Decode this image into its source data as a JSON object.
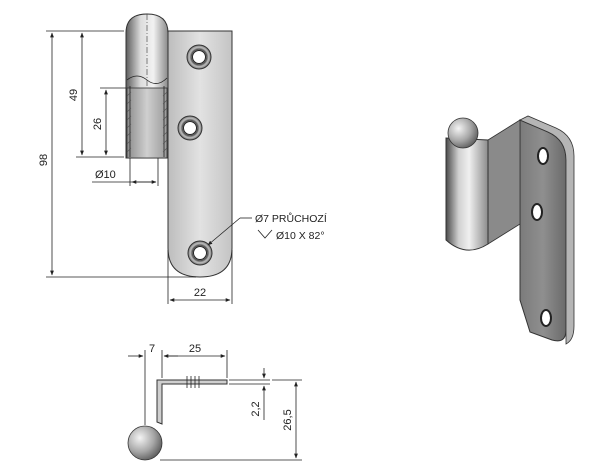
{
  "dimensions": {
    "overall_height": "98",
    "knuckle_height": "49",
    "bore_depth": "26",
    "pin_diameter": "Ø10",
    "leaf_width": "22",
    "offset": "7",
    "flange_length": "25",
    "thickness": "2,2",
    "side_height": "26,5"
  },
  "hole_note": {
    "line1": "Ø7 PRŮCHOZÍ",
    "line2": "Ø10 X 82°"
  },
  "colors": {
    "metal_light": "#e4e4e4",
    "metal_mid": "#b8b8b8",
    "metal_dark": "#6f6f6f",
    "line": "#222222"
  }
}
